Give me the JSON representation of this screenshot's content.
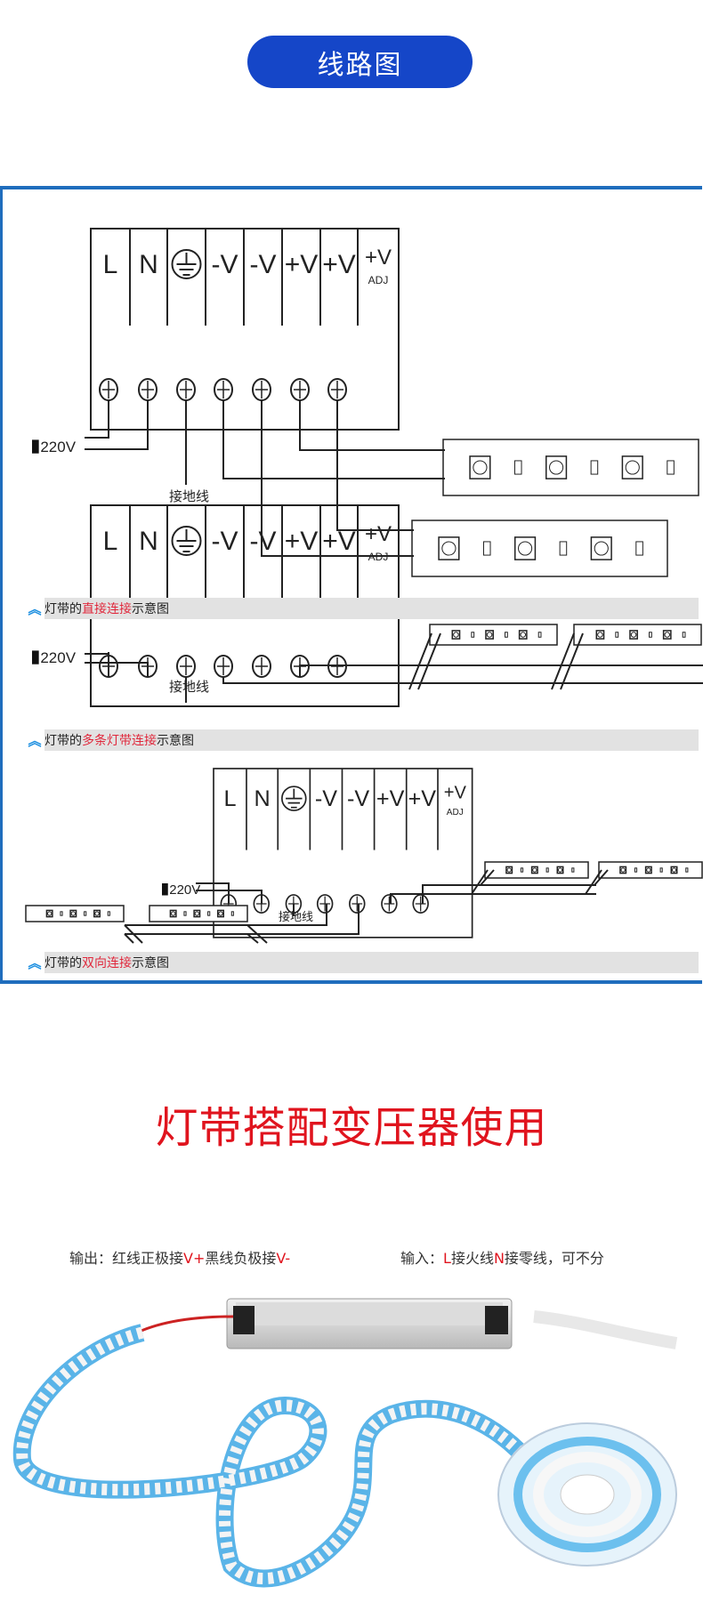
{
  "header": {
    "title": "线路图"
  },
  "psu": {
    "labels": [
      "L",
      "N",
      "-V",
      "-V",
      "+V",
      "+V",
      "+V"
    ],
    "adj": "ADJ",
    "voltage": "220V",
    "ground": "接地线"
  },
  "captions": [
    {
      "prefix": "灯带的",
      "highlight": "直接连接",
      "suffix": "示意图"
    },
    {
      "prefix": "灯带的",
      "highlight": "多条灯带连接",
      "suffix": "示意图"
    },
    {
      "prefix": "灯带的",
      "highlight": "双向连接",
      "suffix": "示意图"
    }
  ],
  "section2": {
    "title": "灯带搭配变压器使用"
  },
  "notes": {
    "output": {
      "t1": "输出：红线正极接",
      "r1": "V+",
      "t2": "黑线负极接",
      "r2": "V-"
    },
    "input": {
      "t1": "输入：",
      "r1": "L",
      "t2": "接火线",
      "r2": "N",
      "t3": "接零线，可不分"
    }
  },
  "colors": {
    "accent": "#1546c8",
    "frame": "#1f6dbd",
    "highlight": "#e0283c",
    "title_red": "#e0141e"
  }
}
